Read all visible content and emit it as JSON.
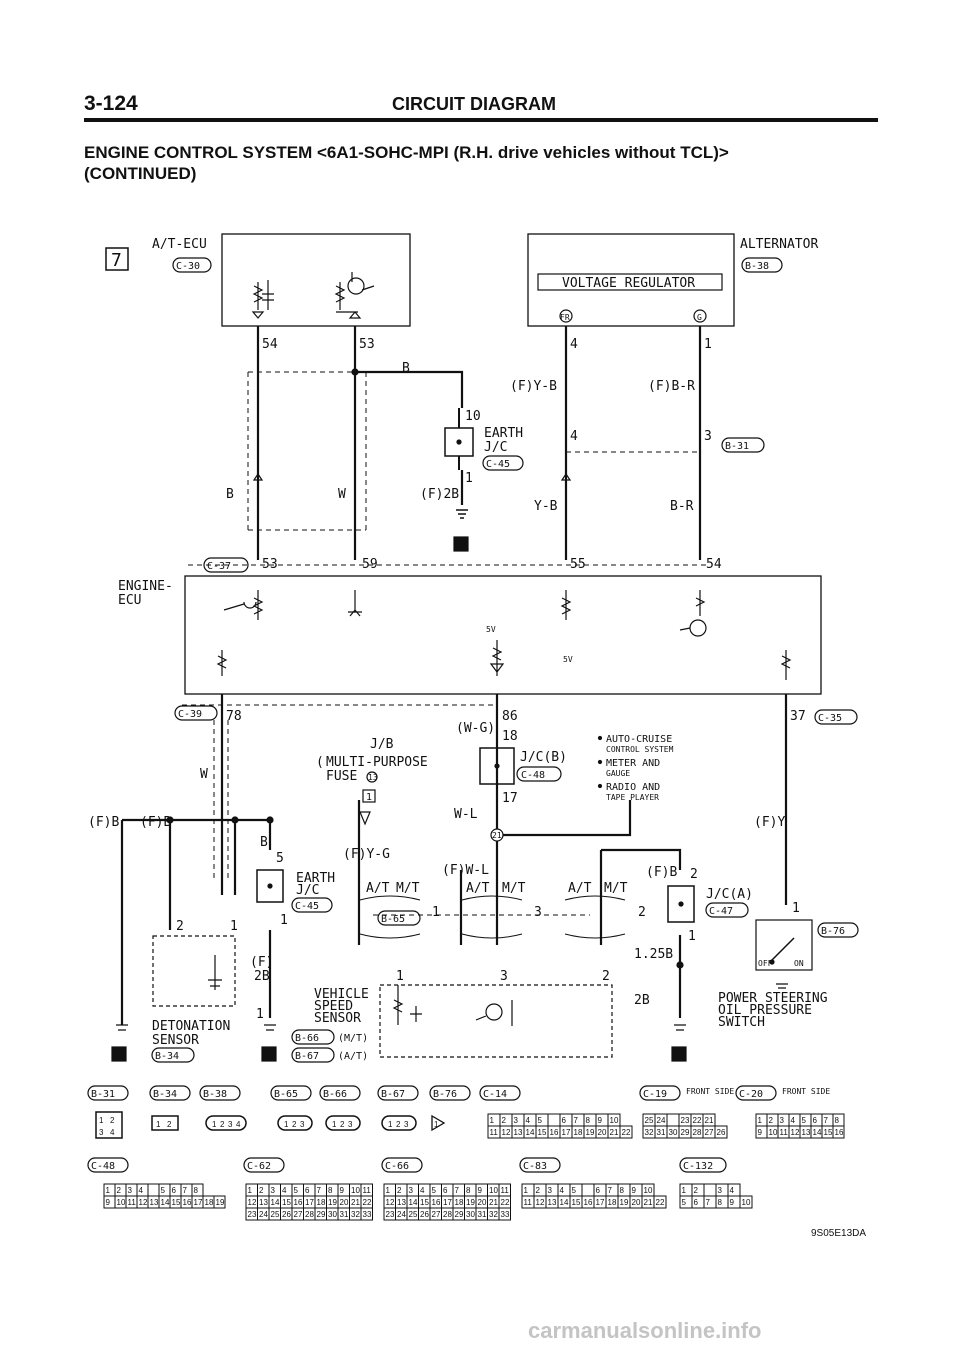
{
  "header": {
    "page_number": "3-124",
    "title": "CIRCUIT DIAGRAM",
    "subtitle_line1": "ENGINE CONTROL SYSTEM <6A1-SOHC-MPI (R.H. drive vehicles without TCL)>",
    "subtitle_line2": "(CONTINUED)"
  },
  "section_marker": "7",
  "components": {
    "at_ecu": {
      "name": "A/T-ECU",
      "conn": "C-30"
    },
    "alternator": {
      "name": "ALTERNATOR",
      "conn": "B-38",
      "regulator": "VOLTAGE REGULATOR",
      "term_fr": "FR",
      "term_g": "G"
    },
    "engine_ecu": {
      "name1": "ENGINE-",
      "name2": "ECU",
      "conn_top": "C-37",
      "conn_left": "C-39",
      "conn_right": "C-35",
      "v5a": "5V",
      "v5b": "5V"
    },
    "earth_jc1": {
      "l1": "EARTH",
      "l2": "J/C",
      "conn": "C-45"
    },
    "earth_jc2": {
      "l1": "EARTH",
      "l2": "J/C",
      "conn": "C-45"
    },
    "jb": {
      "l1": "J/B",
      "l2": "MULTI-PURPOSE",
      "l3": "FUSE",
      "fuse_no": "13",
      "box": "1"
    },
    "jc_b": {
      "name": "J/C(B)",
      "conn": "C-48"
    },
    "jc_a": {
      "name": "J/C(A)",
      "conn": "C-47"
    },
    "notes": [
      "AUTO-CRUISE",
      "CONTROL SYSTEM",
      "METER AND",
      "GAUGE",
      "RADIO AND",
      "TAPE PLAYER"
    ],
    "vss": {
      "l1": "VEHICLE",
      "l2": "SPEED",
      "l3": "SENSOR",
      "c1": "B-66",
      "c1s": "(M/T)",
      "c2": "B-67",
      "c2s": "(A/T)"
    },
    "detonation": {
      "l1": "DETONATION",
      "l2": "SENSOR",
      "conn": "B-34"
    },
    "ps_switch": {
      "l1": "POWER STEERING",
      "l2": "OIL PRESSURE",
      "l3": "SWITCH",
      "conn": "B-76",
      "off": "OFF",
      "on": "ON"
    },
    "b31": "B-31",
    "b65": "B-65"
  },
  "pins": {
    "p54": "54",
    "p53": "53",
    "p4": "4",
    "p1": "1",
    "p10": "10",
    "p1b": "1",
    "p4b": "4",
    "p3": "3",
    "c53": "53",
    "c59": "59",
    "c55": "55",
    "c54": "54",
    "p78": "78",
    "p86": "86",
    "p18": "18",
    "p17": "17",
    "p37": "37",
    "p21": "21",
    "p5": "5",
    "p1c": "1",
    "p2a": "2",
    "p1d": "1",
    "p2b": "2",
    "p1e": "1",
    "p1f": "1",
    "p1g": "1",
    "p3a": "3",
    "p2c": "2",
    "p1h": "1",
    "p3b": "3",
    "p2d": "2",
    "p1i": "1"
  },
  "wires": {
    "B": "B",
    "FYB": "(F)Y-B",
    "FBR": "(F)B-R",
    "W": "W",
    "Bl": "B",
    "F2B": "(F)2B",
    "YB": "Y-B",
    "BR": "B-R",
    "WG": "(W-G)",
    "WL": "W-L",
    "FB1": "(F)B",
    "FB2": "(F)B",
    "Bm": "B",
    "FYG": "(F)Y-G",
    "FWL": "(F)W-L",
    "FB3": "(F)B",
    "FY": "(F)Y",
    "W2": "W",
    "F2B2a": "(F)",
    "F2B2b": "2B",
    "b125": "1.25B",
    "b2": "2B",
    "at1": "A/T",
    "mt1": "M/T",
    "at2": "A/T",
    "mt2": "M/T",
    "at3": "A/T",
    "mt3": "M/T"
  },
  "connector_row1": {
    "labels": [
      "B-31",
      "B-34",
      "B-38",
      "B-65",
      "B-66",
      "B-67",
      "B-76",
      "C-14",
      "C-19",
      "C-20"
    ],
    "front_side": "FRONT SIDE",
    "b31_pins": [
      "1",
      "2",
      "3",
      "4"
    ],
    "b34_pins": [
      "1",
      "2"
    ],
    "b38_pins": [
      "1",
      "2",
      "3",
      "4"
    ],
    "b3pins": [
      "1",
      "2",
      "3"
    ],
    "b76_pin": "1",
    "c14_r1": [
      "1",
      "2",
      "3",
      "4",
      "5",
      "",
      "6",
      "7",
      "8",
      "9",
      "10"
    ],
    "c14_r2": [
      "11",
      "12",
      "13",
      "14",
      "15",
      "16",
      "17",
      "18",
      "19",
      "20",
      "21",
      "22"
    ],
    "c19_r1": [
      "25",
      "24",
      "",
      "23",
      "22",
      "21"
    ],
    "c19_r2": [
      "32",
      "31",
      "30",
      "29",
      "28",
      "27",
      "26"
    ],
    "c20_r1": [
      "1",
      "2",
      "3",
      "4",
      "5",
      "6",
      "7",
      "8"
    ],
    "c20_r2": [
      "9",
      "10",
      "11",
      "12",
      "13",
      "14",
      "15",
      "16"
    ]
  },
  "connector_row2": {
    "labels": [
      "C-48",
      "C-62",
      "C-66",
      "C-83",
      "C-132"
    ],
    "c48_r1": [
      "1",
      "2",
      "3",
      "4",
      "",
      "5",
      "6",
      "7",
      "8"
    ],
    "c48_r2": [
      "9",
      "10",
      "11",
      "12",
      "13",
      "14",
      "15",
      "16",
      "17",
      "18",
      "19"
    ],
    "c62_r1": [
      "1",
      "2",
      "3",
      "4",
      "5",
      "6",
      "7",
      "8",
      "9",
      "10",
      "11"
    ],
    "c62_r2": [
      "12",
      "13",
      "14",
      "15",
      "16",
      "17",
      "18",
      "19",
      "20",
      "21",
      "22"
    ],
    "c62_r3": [
      "23",
      "24",
      "25",
      "26",
      "27",
      "28",
      "29",
      "30",
      "31",
      "32",
      "33"
    ],
    "c83_r1": [
      "1",
      "2",
      "3",
      "4",
      "5",
      "",
      "6",
      "7",
      "8",
      "9",
      "10"
    ],
    "c83_r2": [
      "11",
      "12",
      "13",
      "14",
      "15",
      "16",
      "17",
      "18",
      "19",
      "20",
      "21",
      "22"
    ],
    "c132_r1": [
      "1",
      "2",
      "",
      "3",
      "4"
    ],
    "c132_r2": [
      "5",
      "6",
      "7",
      "8",
      "9",
      "10"
    ]
  },
  "code": "9S05E13DA",
  "watermark": "carmanualsonline.info"
}
